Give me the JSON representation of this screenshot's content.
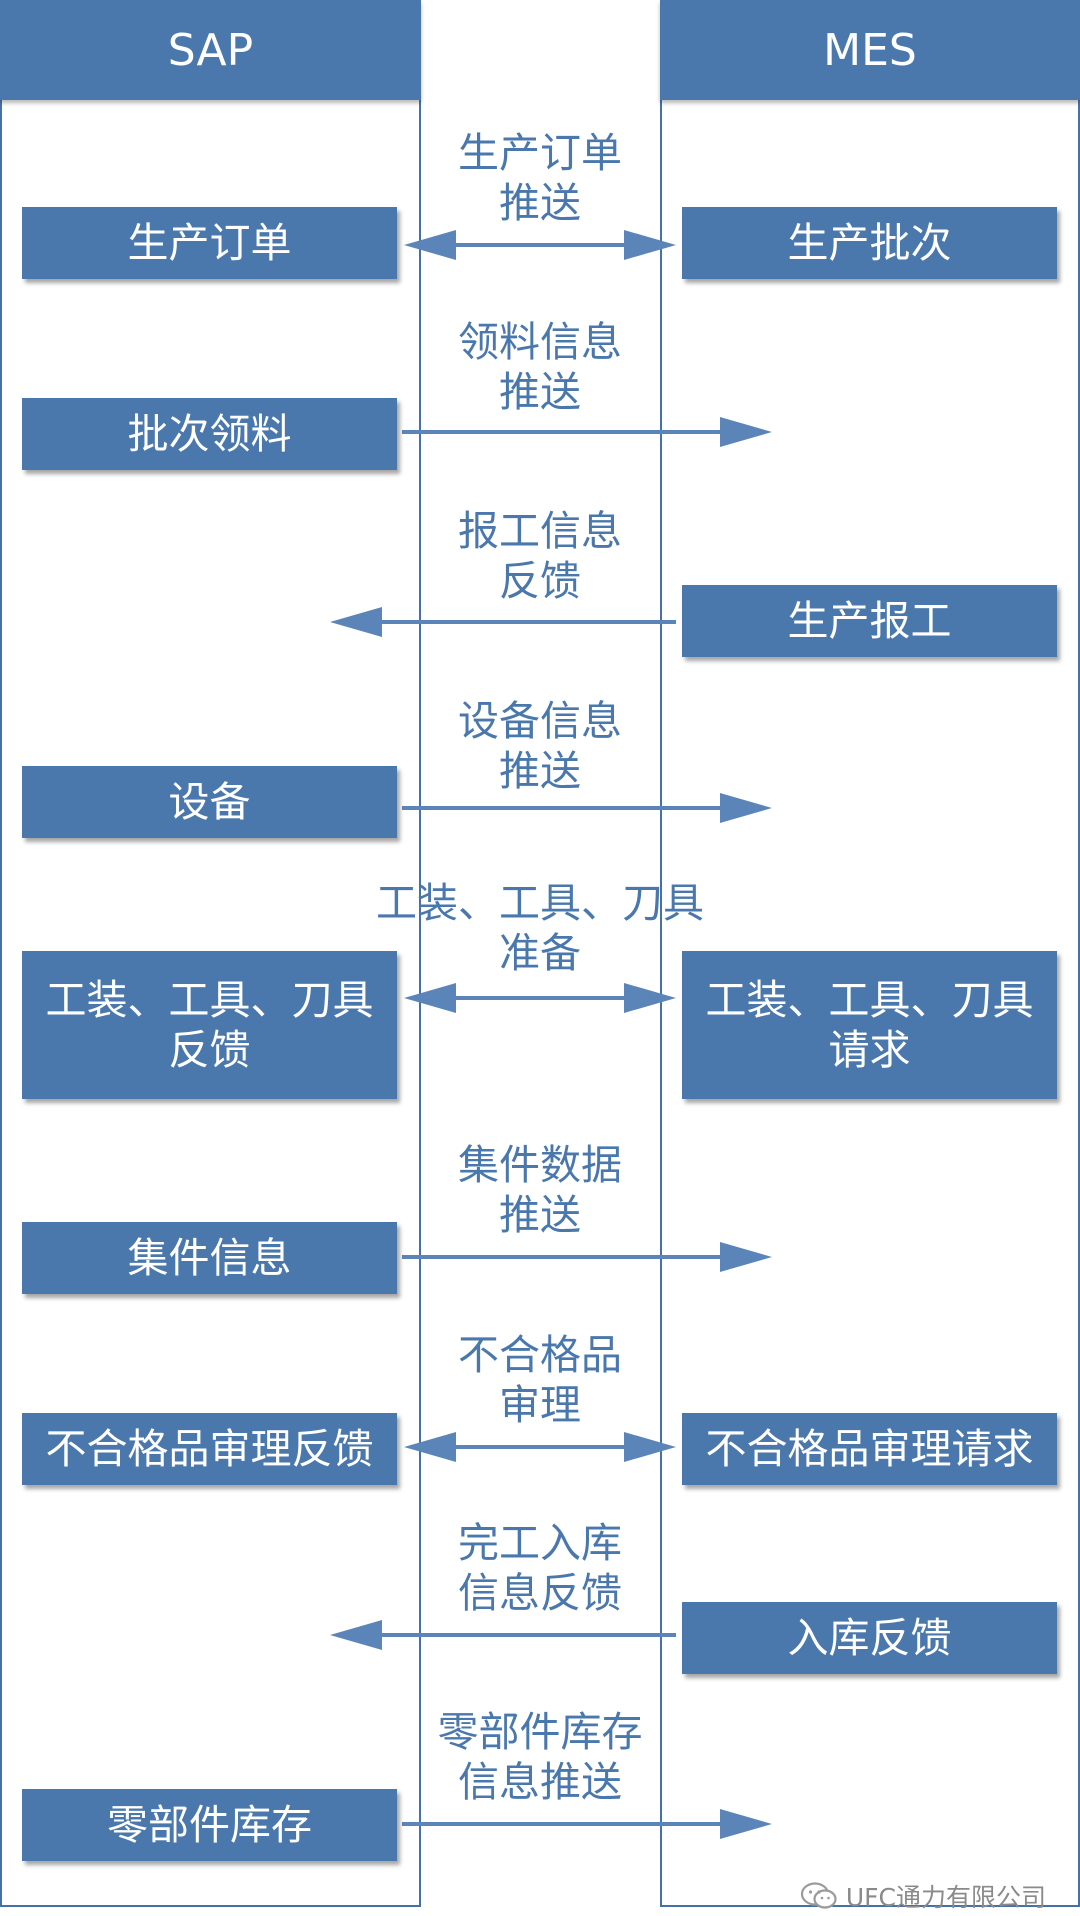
{
  "lanes": {
    "sap": "SAP",
    "mes": "MES"
  },
  "sap_boxes": [
    {
      "lines": [
        "生产订单"
      ]
    },
    {
      "lines": [
        "批次领料"
      ]
    },
    {
      "lines": [
        "设备"
      ]
    },
    {
      "lines": [
        "工装、工具、刀具",
        "反馈"
      ]
    },
    {
      "lines": [
        "集件信息"
      ]
    },
    {
      "lines": [
        "不合格品审理反馈"
      ]
    },
    {
      "lines": [
        "零部件库存"
      ]
    }
  ],
  "mes_boxes": [
    {
      "lines": [
        "生产批次"
      ]
    },
    {
      "lines": [
        "生产报工"
      ]
    },
    {
      "lines": [
        "工装、工具、刀具",
        "请求"
      ]
    },
    {
      "lines": [
        "不合格品审理请求"
      ]
    },
    {
      "lines": [
        "入库反馈"
      ]
    }
  ],
  "messages": [
    {
      "lines": [
        "生产订单",
        "推送"
      ],
      "direction": "both"
    },
    {
      "lines": [
        "领料信息",
        "推送"
      ],
      "direction": "to-mes"
    },
    {
      "lines": [
        "报工信息",
        "反馈"
      ],
      "direction": "to-sap"
    },
    {
      "lines": [
        "设备信息",
        "推送"
      ],
      "direction": "to-mes"
    },
    {
      "lines": [
        "工装、工具、刀具",
        "准备"
      ],
      "direction": "both"
    },
    {
      "lines": [
        "集件数据",
        "推送"
      ],
      "direction": "to-mes"
    },
    {
      "lines": [
        "不合格品",
        "审理"
      ],
      "direction": "both"
    },
    {
      "lines": [
        "完工入库",
        "信息反馈"
      ],
      "direction": "to-sap"
    },
    {
      "lines": [
        "零部件库存",
        "信息推送"
      ],
      "direction": "to-mes"
    }
  ],
  "watermark": "UFC通力有限公司",
  "colors": {
    "box_fill": "#4a78ad",
    "lane_border": "#4472a8",
    "arrow": "#5b85b8",
    "text_on_box": "#ffffff",
    "message_text": "#4a78ad"
  },
  "icons": {
    "watermark": "wechat-icon"
  }
}
